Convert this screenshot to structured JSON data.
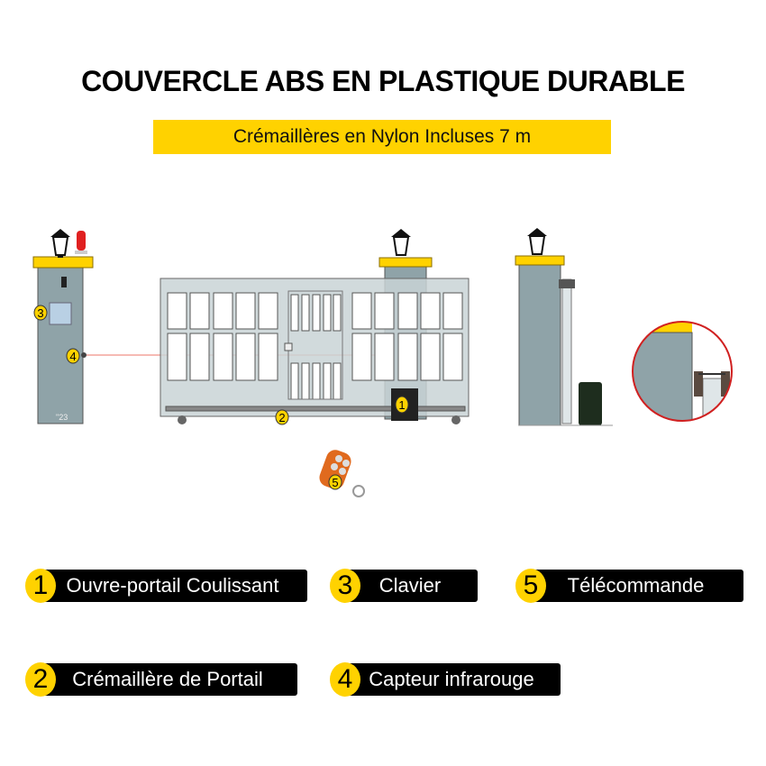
{
  "title": "COUVERCLE ABS EN PLASTIQUE DURABLE",
  "banner": "Crémaillères en Nylon Incluses 7 m",
  "illustration": {
    "callouts": [
      "1",
      "2",
      "3",
      "4",
      "5"
    ],
    "post_label": "\"23"
  },
  "colors": {
    "accent": "#ffd200",
    "label_bg": "#000000",
    "post": "#8fa3a8",
    "gate": "#c9d3d6",
    "laser": "#e83a2a"
  },
  "legend": [
    {
      "num": "1",
      "label": "Ouvre-portail Coulissant"
    },
    {
      "num": "2",
      "label": "Crémaillère de Portail"
    },
    {
      "num": "3",
      "label": "Clavier"
    },
    {
      "num": "4",
      "label": "Capteur infrarouge"
    },
    {
      "num": "5",
      "label": "Télécommande"
    }
  ]
}
